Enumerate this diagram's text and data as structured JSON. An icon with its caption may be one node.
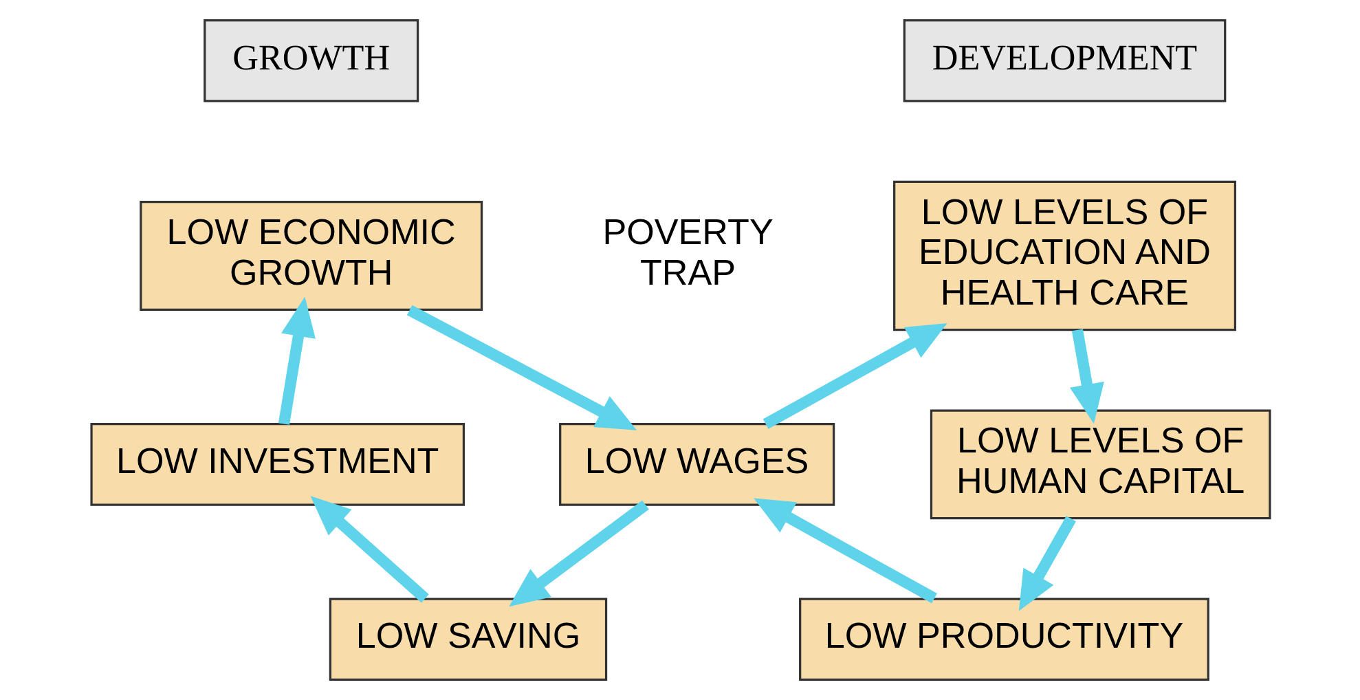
{
  "diagram": {
    "nodes": [
      {
        "text": [
          "GROWTH"
        ]
      },
      {
        "text": [
          "DEVELOPMENT"
        ]
      },
      {
        "text": [
          "LOW ECONOMIC GROWTH"
        ]
      },
      {
        "text": [
          "LOW WAGES"
        ]
      },
      {
        "text": [
          "LOW SAVING"
        ]
      },
      {
        "text": [
          "LOW INVESTMENT"
        ]
      },
      {
        "text": [
          "LOW LEVELS OF EDUCATION AND HEALTH CARE"
        ]
      },
      {
        "text": [
          "LOW LEVELS OF HUMAN CAPITAL"
        ]
      },
      {
        "text": [
          "LOW PRODUCTIVITY"
        ]
      }
    ],
    "edges": [
      {
        "from": 2,
        "to": 3,
        "arrow": "to"
      },
      {
        "from": 3,
        "to": 4,
        "arrow": "to"
      },
      {
        "from": 4,
        "to": 5,
        "arrow": "to"
      },
      {
        "from": 5,
        "to": 2,
        "arrow": "to"
      },
      {
        "from": 3,
        "to": 6,
        "arrow": "to"
      },
      {
        "from": 6,
        "to": 7,
        "arrow": "to"
      },
      {
        "from": 7,
        "to": 8,
        "arrow": "to"
      },
      {
        "from": 8,
        "to": 3,
        "arrow": "to"
      }
    ],
    "labels": [
      "POVERTY TRAP"
    ]
  }
}
